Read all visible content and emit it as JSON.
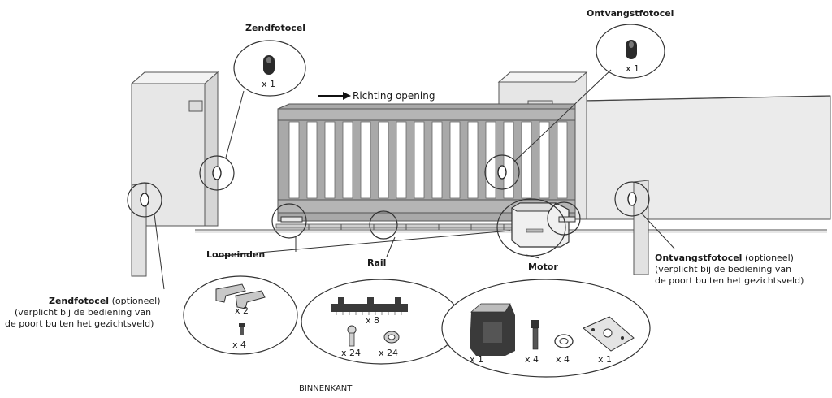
{
  "labels": {
    "zendfotocel_top": "Zendfotocel",
    "ontvangstfotocel_top": "Ontvangstfotocel",
    "richting_opening": "Richting opening",
    "loopeinden": "Loopeinden",
    "rail": "Rail",
    "motor": "Motor",
    "zendfotocel_opt_title": "Zendfotocel",
    "zendfotocel_opt_suffix": "(optioneel)",
    "zendfotocel_opt_line2": "(verplicht bij de bediening van",
    "zendfotocel_opt_line3": "de poort buiten het gezichtsveld)",
    "ontvangst_opt_title": "Ontvangstfotocel",
    "ontvangst_opt_suffix": "(optioneel)",
    "ontvangst_opt_line2": "(verplicht bij de bediening van",
    "ontvangst_opt_line3": "de poort buiten het gezichtsveld)",
    "binnenkant": "BINNENKANT"
  },
  "quantities": {
    "zendfotocel": "x 1",
    "ontvangstfotocel": "x 1",
    "loopeinden_brackets": "x 2",
    "loopeinden_screws": "x 4",
    "rail_segments": "x 8",
    "rail_bolts": "x 24",
    "rail_washers": "x 24",
    "motor_unit": "x 1",
    "motor_bolts": "x 4",
    "motor_washers": "x 4",
    "motor_plate": "x 1"
  },
  "colors": {
    "gate": "#a9a9a9",
    "gate_dark": "#8c8c8c",
    "pillar": "#e6e6e6",
    "wall": "#e9e9e9",
    "line": "#333333"
  }
}
